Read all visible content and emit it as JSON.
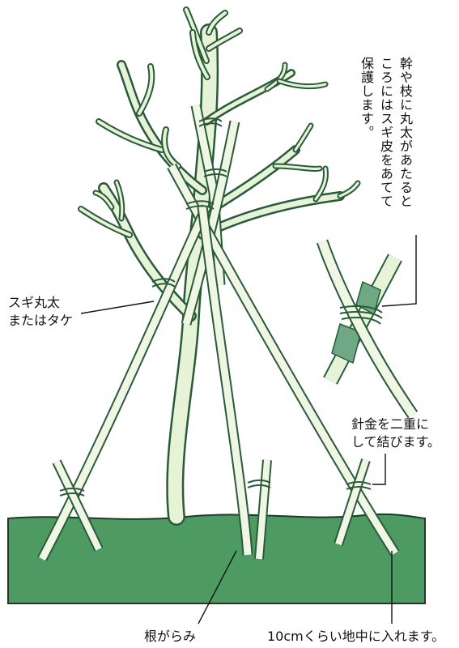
{
  "labels": {
    "sugi_maruta": [
      "スギ丸太",
      "またはタケ"
    ],
    "hariganeto": [
      "針金を二重に",
      "して結びます。"
    ],
    "negarami": "根がらみ",
    "depth_note": "10cmくらい地中に入れます。"
  },
  "vertical_note": [
    "幹や枝に丸太があたると",
    "ころにはスギ皮をあてて",
    "保護します。"
  ],
  "colors": {
    "ground": "#4e9a63",
    "ground_edge": "#1f3b24",
    "tree": "#e6f3d6",
    "pole": "#eff7e4",
    "outline": "#2a5a3a",
    "bark": "#6fa884",
    "line": "#111111"
  }
}
